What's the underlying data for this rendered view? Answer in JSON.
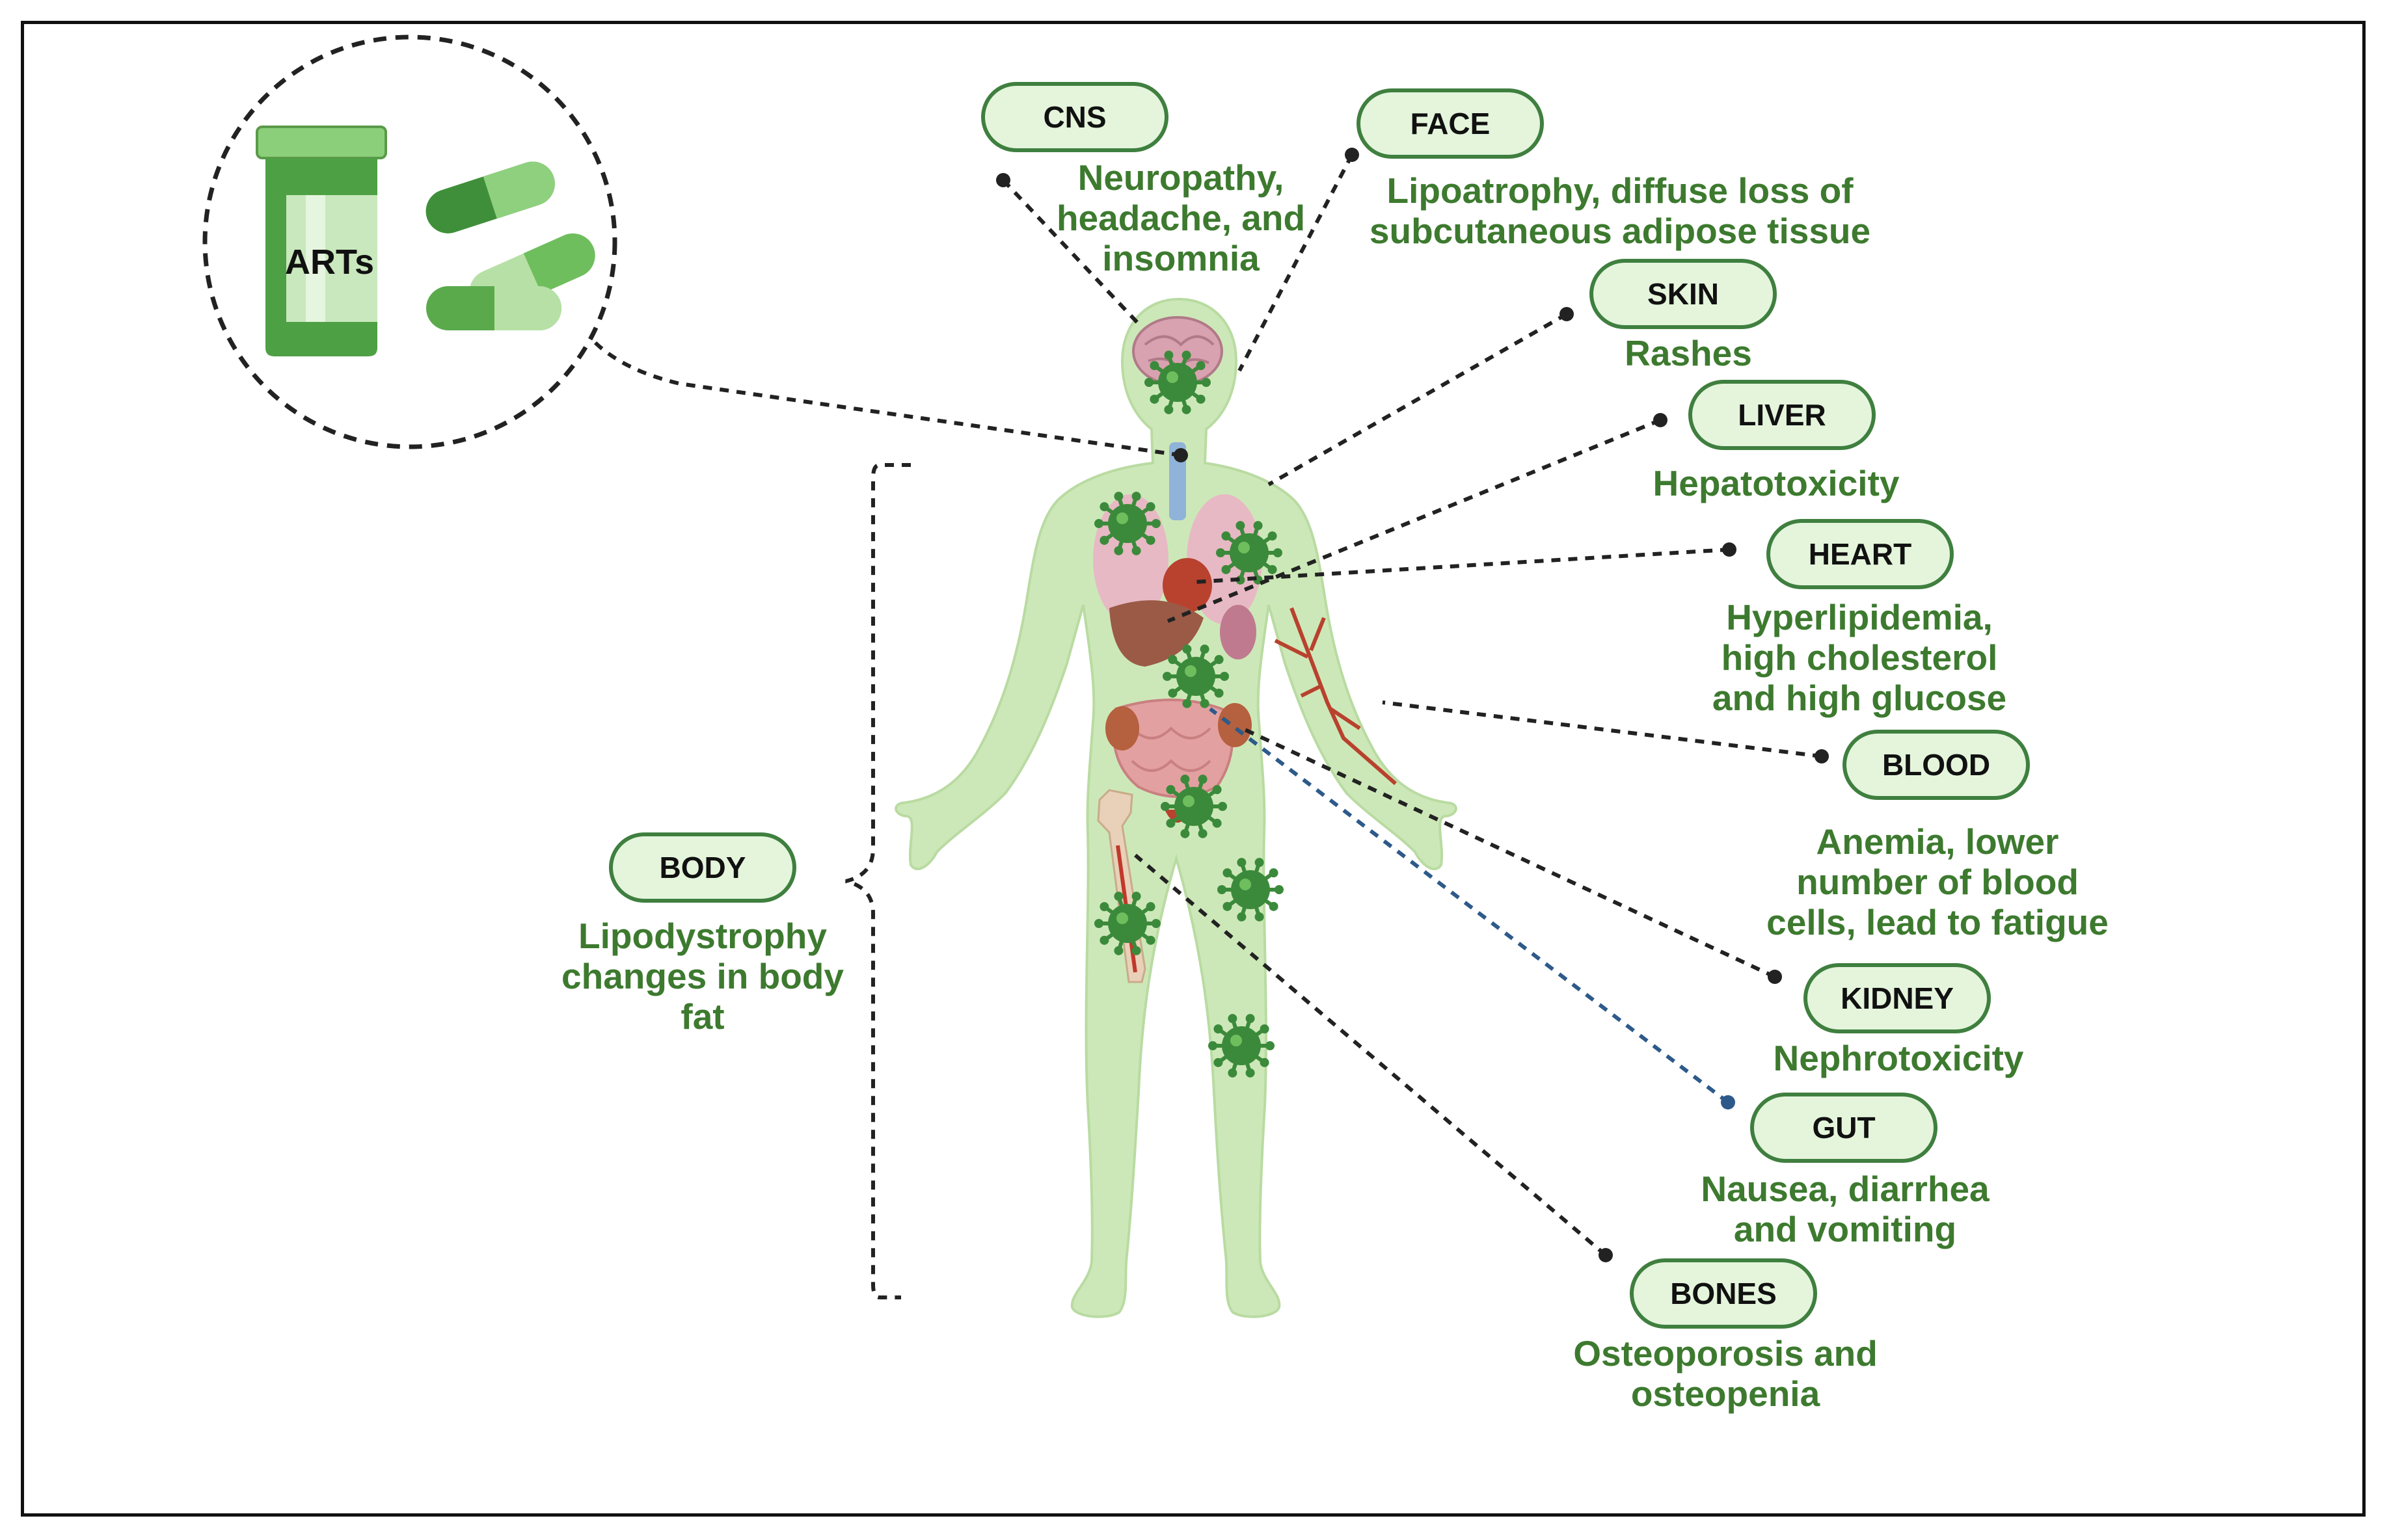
{
  "drug": {
    "label": "ARTs"
  },
  "colors": {
    "pill_border": "#3f7f3f",
    "pill_fill": "#e4f5dc",
    "description_text": "#3d7a2f",
    "body_fill": "#cde8b8",
    "virus": "#3b8a3b",
    "gut_connector": "#2d5a8a"
  },
  "organs": [
    {
      "id": "cns",
      "label": "CNS",
      "description": [
        "Neuropathy,",
        "headache, and",
        "insomnia"
      ]
    },
    {
      "id": "face",
      "label": "FACE",
      "description": [
        "Lipoatrophy, diffuse loss of",
        "subcutaneous adipose tissue"
      ]
    },
    {
      "id": "skin",
      "label": "SKIN",
      "description": [
        "Rashes"
      ]
    },
    {
      "id": "liver",
      "label": "LIVER",
      "description": [
        "Hepatotoxicity"
      ]
    },
    {
      "id": "heart",
      "label": "HEART",
      "description": [
        "Hyperlipidemia,",
        "high cholesterol",
        "and high glucose"
      ]
    },
    {
      "id": "blood",
      "label": "BLOOD",
      "description": [
        "Anemia, lower",
        "number of blood",
        "cells, lead to fatigue"
      ]
    },
    {
      "id": "kidney",
      "label": "KIDNEY",
      "description": [
        "Nephrotoxicity"
      ]
    },
    {
      "id": "gut",
      "label": "GUT",
      "description": [
        "Nausea, diarrhea",
        "and vomiting"
      ]
    },
    {
      "id": "bones",
      "label": "BONES",
      "description": [
        "Osteoporosis and",
        "osteopenia"
      ]
    },
    {
      "id": "body",
      "label": "BODY",
      "description": [
        "Lipodystrophy",
        "changes in body",
        "fat"
      ]
    }
  ]
}
